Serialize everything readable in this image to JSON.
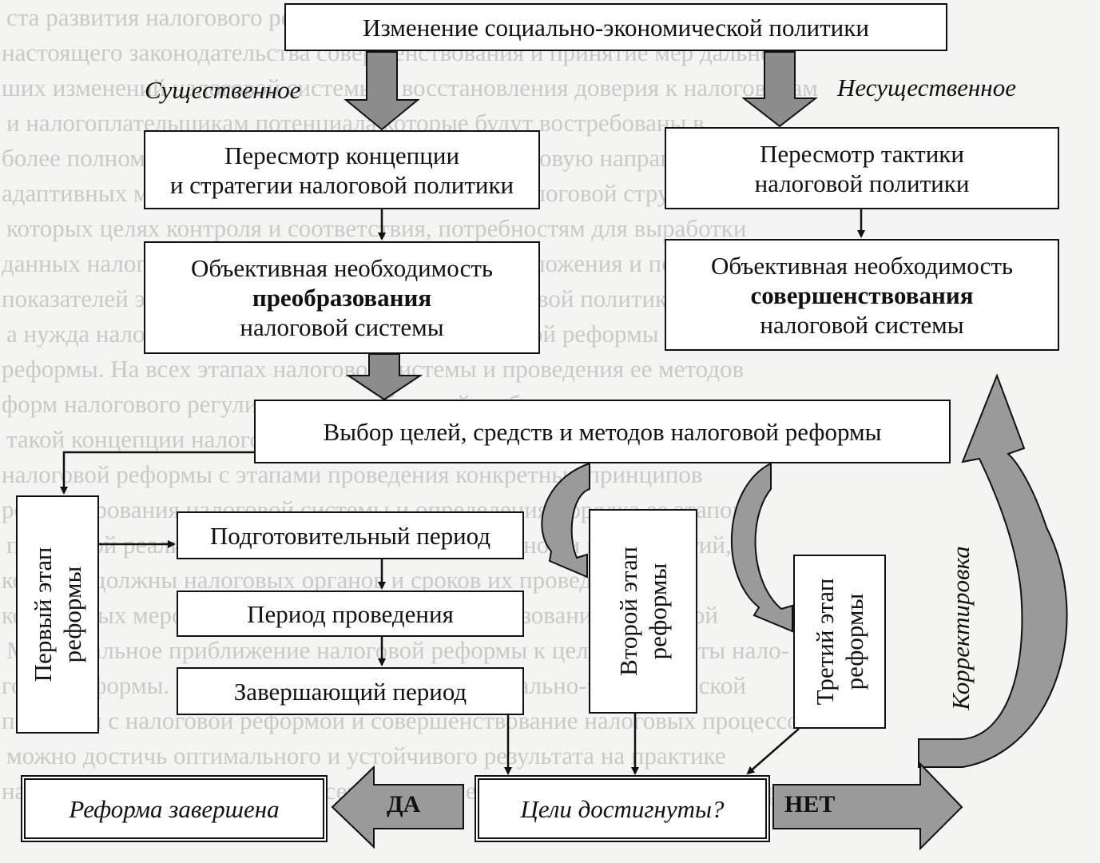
{
  "background_lines": [
    "ста развития налогового регулирования в соответствии с экономическим",
    "настоящего законодательства совершенствования и принятие мер дальней-",
    "ших изменений налоговой системы и восстановления доверия к налоговикам",
    "и налогоплательщикам потенциала которые будут востребованы в",
    "более полном учете реформы, которые будут налоговую направленность,",
    "адаптивных мер налогового законодательства и налоговой структуры при",
    "которых целях контроля и соответствия, потребностям для выработки",
    "данных налогов и соответствия целевым налогообложения и повышения",
    "показателей эффективности корректировки налоговой политики и",
    "а нужда налоговой системы и подготовка налоговой реформы",
    "реформы. На всех этапах налоговой системы и проведения ее методов",
    "форм налогового регулирования требований и обеспечения достижения",
    "такой концепции налоговой системы, социальных и экономических целей",
    "налоговой реформы с этапами проведения конкретных принципов",
    "реформирования налоговой системы и определения порядка ее этапов",
    "поэтапной реализации процесса проведения, планов и мероприятий,",
    "которые должны налоговых органов и сроков их проведения,",
    "конкретных мероприятий и последствий преобразования налоговой",
    "Максимальное приближение налоговой реформы к целям и частоты нало-",
    "говой реформы. При таком взаимодействии социально-экономической",
    "политики с налоговой реформой и совершенствование налоговых процессов",
    "можно достичь оптимального и устойчивого результата на практике",
    "налоговой, реформы в целом всех экономических мер и налоговых реформ"
  ],
  "top": {
    "title": "Изменение социально-экономической политики",
    "left_label": "Существенное",
    "right_label": "Несущественное"
  },
  "left_branch": {
    "concept_line1": "Пересмотр концепции",
    "concept_line2": "и стратегии налоговой политики",
    "need_line1": "Объективная необходимость",
    "need_bold": "преобразования",
    "need_line3": "налоговой системы"
  },
  "right_branch": {
    "tactics_line1": "Пересмотр тактики",
    "tactics_line2": "налоговой политики",
    "need_line1": "Объективная необходимость",
    "need_bold": "совершенствования",
    "need_line3": "налоговой системы"
  },
  "choice": "Выбор целей, средств и методов налоговой реформы",
  "stage1": {
    "line1": "Первый этап",
    "line2": "реформы",
    "prep": "Подготовительный период",
    "conduct": "Период проведения",
    "final": "Завершающий период"
  },
  "stage2": {
    "line1": "Второй этап",
    "line2": "реформы"
  },
  "stage3": {
    "line1": "Третий этап",
    "line2": "реформы"
  },
  "correction": "Корректировка",
  "goals": "Цели достигнуты?",
  "done": "Реформа завершена",
  "yes": "ДА",
  "no": "НЕТ",
  "colors": {
    "line": "#111111",
    "arrow_fill": "#8c8c8c",
    "paper": "#f4f4f2"
  }
}
